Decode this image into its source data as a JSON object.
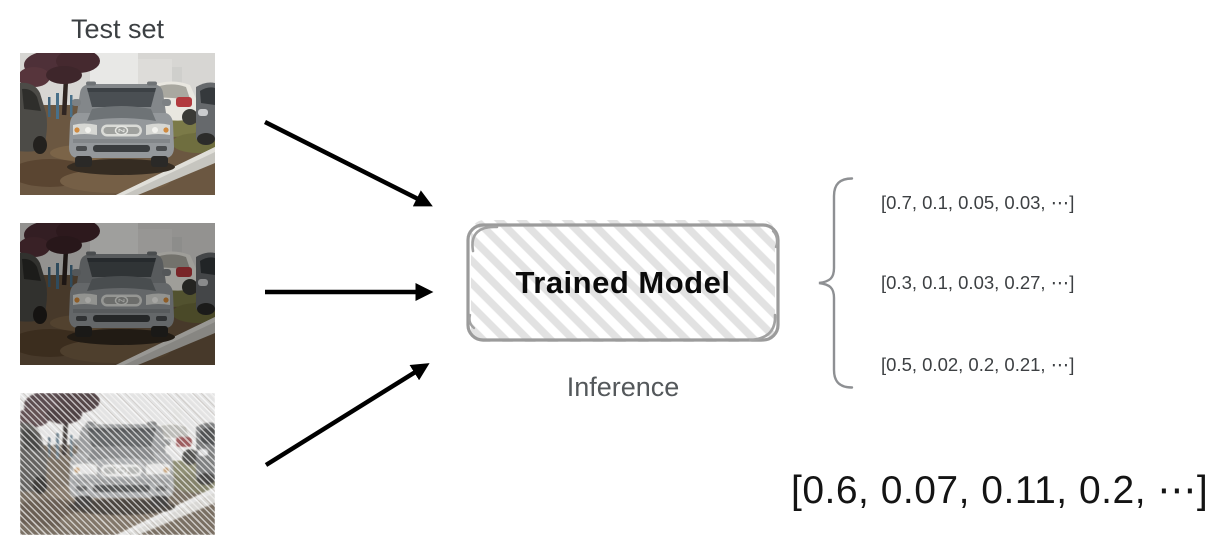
{
  "labels": {
    "test_set": "Test set",
    "model": "Trained Model",
    "inference": "Inference"
  },
  "outputs": {
    "vectors": [
      "[0.7, 0.1, 0.05, 0.03, ⋯]",
      "[0.3, 0.1, 0.03, 0.27, ⋯]",
      "[0.5, 0.02, 0.2, 0.21, ⋯]"
    ],
    "highlighted": "[0.6, 0.07, 0.11, 0.2, ⋯]"
  },
  "test_images": [
    {
      "description": "car photo — clean test image"
    },
    {
      "description": "car photo — darkened test image"
    },
    {
      "description": "car photo — noise-corrupted test image"
    }
  ],
  "colors": {
    "arrow": "#000000",
    "hatch": "#e2e2e2",
    "box_border": "#9b9b9b",
    "brace": "#8e9093",
    "muted_text": "#54585b",
    "vector_text": "#3d4043",
    "highlight_text": "#141414"
  }
}
